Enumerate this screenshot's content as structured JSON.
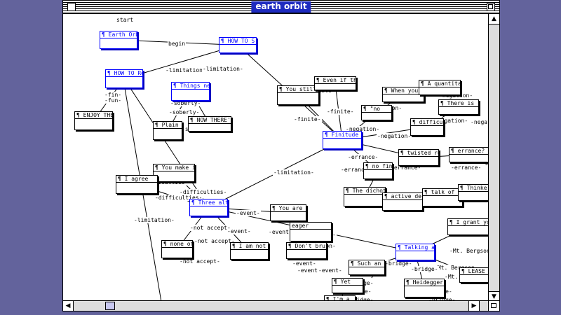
{
  "window": {
    "title": "earth orbit"
  },
  "map": {
    "nodes": [
      {
        "id": "earth",
        "text": "¶ Earth Orbit",
        "sel": true
      },
      {
        "id": "howto_s",
        "text": "¶ HOW TO S...",
        "sel": true
      },
      {
        "id": "howto_re",
        "text": "¶ HOW TO Re...",
        "sel": true
      },
      {
        "id": "things",
        "text": "¶ Things neve...",
        "sel": true
      },
      {
        "id": "enjoy",
        "text": "¶ ENJOY THE...",
        "sel": false
      },
      {
        "id": "plain",
        "text": "¶ Plain talk",
        "sel": false
      },
      {
        "id": "nowthere",
        "text": "¶ NOW THERE'S",
        "sel": false
      },
      {
        "id": "youstill",
        "text": "¶ You still h...",
        "sel": false
      },
      {
        "id": "evenif",
        "text": "¶ Even if ther...",
        "sel": false
      },
      {
        "id": "no",
        "text": "¶ \"no",
        "sel": false
      },
      {
        "id": "whenyou",
        "text": "¶ When you sa...",
        "sel": false
      },
      {
        "id": "quant",
        "text": "¶ A quantitat...",
        "sel": false
      },
      {
        "id": "thereis",
        "text": "¶ There is still",
        "sel": false
      },
      {
        "id": "difficu",
        "text": "¶ difficu",
        "sel": false
      },
      {
        "id": "finitude",
        "text": "¶ Finitude",
        "sel": true
      },
      {
        "id": "twisted",
        "text": "¶ twisted rev...",
        "sel": false
      },
      {
        "id": "errance_q",
        "text": "¶ errance?",
        "sel": false
      },
      {
        "id": "nofinal",
        "text": "¶ no final",
        "sel": false
      },
      {
        "id": "dichot",
        "text": "¶ The dichot...",
        "sel": false
      },
      {
        "id": "actdec",
        "text": "¶ active dece...",
        "sel": false
      },
      {
        "id": "talkdiss",
        "text": "¶ talk of diss...",
        "sel": false
      },
      {
        "id": "thinkers",
        "text": "¶ Thinkers...",
        "sel": false
      },
      {
        "id": "youmake",
        "text": "¶ You make it...",
        "sel": false
      },
      {
        "id": "iagree",
        "text": "¶ I agree",
        "sel": false
      },
      {
        "id": "three",
        "text": "¶ Three alter...",
        "sel": true
      },
      {
        "id": "youareign",
        "text": "¶ You are ign...",
        "sel": false
      },
      {
        "id": "eager",
        "text": "eager",
        "sel": false
      },
      {
        "id": "noneof",
        "text": "¶ none of t...",
        "sel": false
      },
      {
        "id": "iamnot",
        "text": "¶ I am not s...",
        "sel": false
      },
      {
        "id": "dontbrush",
        "text": "¶ Don't brush...",
        "sel": false
      },
      {
        "id": "talkingabo",
        "text": "¶ Talking abo...",
        "sel": true
      },
      {
        "id": "igrant",
        "text": "¶ I grant you...",
        "sel": false
      },
      {
        "id": "suchan",
        "text": "¶ Such an",
        "sel": false
      },
      {
        "id": "yet",
        "text": "¶ Yet",
        "sel": false
      },
      {
        "id": "ima",
        "text": "¶ I'm a",
        "sel": false
      },
      {
        "id": "lease",
        "text": "¶ LEASE",
        "sel": false
      },
      {
        "id": "heidegger",
        "text": "¶ Heidegger...",
        "sel": false
      }
    ],
    "links": [
      "start",
      "begin",
      "-limitation-",
      "-limitation-",
      "-fin-",
      "-fun-",
      "-soberly-",
      "-soberly-",
      "-soberly-",
      "-finite-",
      "-finite-",
      "-finite-",
      "-negation-",
      "-negation-",
      "-negation-",
      "-negation-",
      "-negation-",
      "-negation-",
      "-errance-",
      "-errance-",
      "-errance-",
      "-errance-",
      "-errance-",
      "-errance-",
      "-errance-",
      "-errance-",
      "-errance-",
      "-limitation-",
      "-difficulties-",
      "-difficulties-",
      "-difficulties-",
      "-limitation-",
      "-event-",
      "-event-",
      "-event-",
      "-limitation-",
      "-not accept-",
      "-not accept-",
      "-not accept-",
      "-limitation-",
      "-event-",
      "-event-",
      "-event-",
      "-Mt. Bergson-",
      "-Mt. Be",
      "-Mt. Bergson-",
      "-Mt. Bergson-",
      "-bridge-",
      "-bridge-",
      "-bridge-",
      "-bridge-",
      "-bridge-",
      "-bridge-",
      "-bridge-",
      "-bridge-",
      "bridge-",
      "-Mt."
    ]
  }
}
